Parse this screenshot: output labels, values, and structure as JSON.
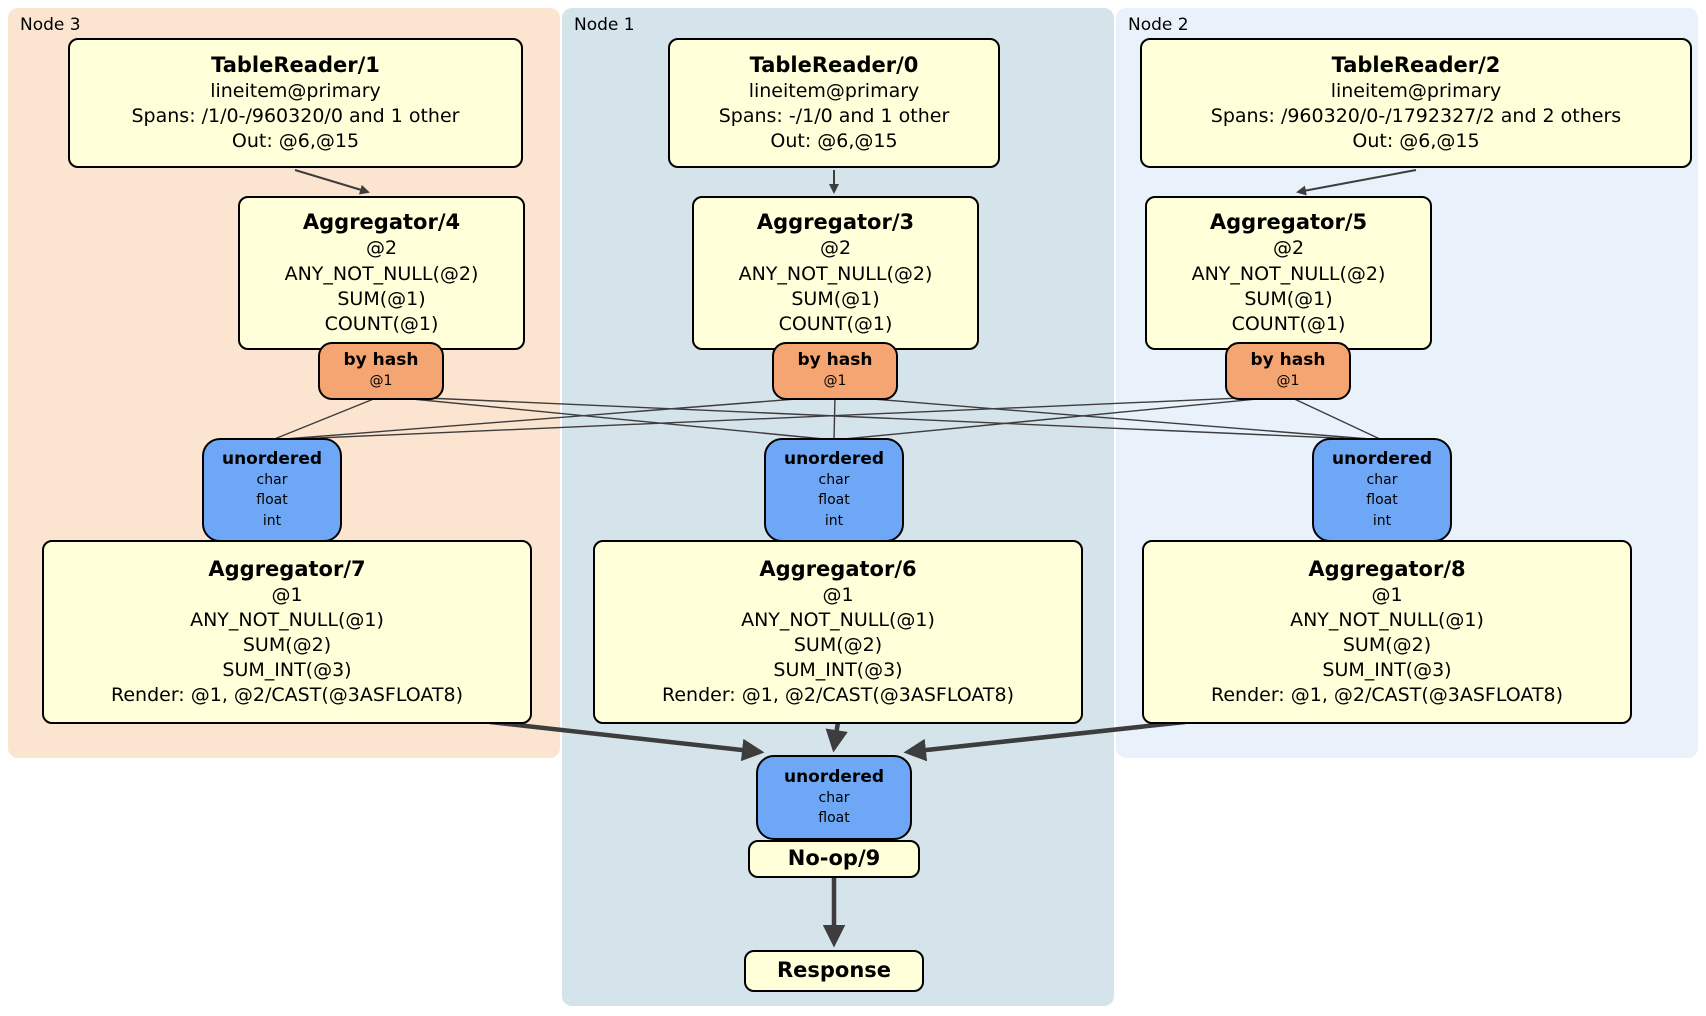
{
  "colors": {
    "node3_bg": "#fbe4d0",
    "node1_bg": "#d5e3ea",
    "node2_bg": "#e9f1fa",
    "box_bg": "#ffffd9",
    "hash_bg": "#f5a571",
    "stream_bg": "#6ea7f5",
    "box_border": "#000000",
    "edge": "#3d3d3d"
  },
  "nodes": [
    {
      "label": "Node 3",
      "tableReader": {
        "title": "TableReader/1",
        "index": "lineitem@primary",
        "spans": "Spans: /1/0-/960320/0 and 1 other",
        "out": "Out: @6,@15"
      },
      "aggTop": {
        "title": "Aggregator/4",
        "group": "@2",
        "expr1": "ANY_NOT_NULL(@2)",
        "expr2": "SUM(@1)",
        "expr3": "COUNT(@1)"
      },
      "hash": {
        "title": "by hash",
        "key": "@1"
      },
      "stream": {
        "title": "unordered",
        "col1": "char",
        "col2": "float",
        "col3": "int"
      },
      "aggBottom": {
        "title": "Aggregator/7",
        "group": "@1",
        "expr1": "ANY_NOT_NULL(@1)",
        "expr2": "SUM(@2)",
        "expr3": "SUM_INT(@3)",
        "render": "Render: @1, @2/CAST(@3ASFLOAT8)"
      }
    },
    {
      "label": "Node 1",
      "tableReader": {
        "title": "TableReader/0",
        "index": "lineitem@primary",
        "spans": "Spans: -/1/0 and 1 other",
        "out": "Out: @6,@15"
      },
      "aggTop": {
        "title": "Aggregator/3",
        "group": "@2",
        "expr1": "ANY_NOT_NULL(@2)",
        "expr2": "SUM(@1)",
        "expr3": "COUNT(@1)"
      },
      "hash": {
        "title": "by hash",
        "key": "@1"
      },
      "stream": {
        "title": "unordered",
        "col1": "char",
        "col2": "float",
        "col3": "int"
      },
      "aggBottom": {
        "title": "Aggregator/6",
        "group": "@1",
        "expr1": "ANY_NOT_NULL(@1)",
        "expr2": "SUM(@2)",
        "expr3": "SUM_INT(@3)",
        "render": "Render: @1, @2/CAST(@3ASFLOAT8)"
      }
    },
    {
      "label": "Node 2",
      "tableReader": {
        "title": "TableReader/2",
        "index": "lineitem@primary",
        "spans": "Spans: /960320/0-/1792327/2 and 2 others",
        "out": "Out: @6,@15"
      },
      "aggTop": {
        "title": "Aggregator/5",
        "group": "@2",
        "expr1": "ANY_NOT_NULL(@2)",
        "expr2": "SUM(@1)",
        "expr3": "COUNT(@1)"
      },
      "hash": {
        "title": "by hash",
        "key": "@1"
      },
      "stream": {
        "title": "unordered",
        "col1": "char",
        "col2": "float",
        "col3": "int"
      },
      "aggBottom": {
        "title": "Aggregator/8",
        "group": "@1",
        "expr1": "ANY_NOT_NULL(@1)",
        "expr2": "SUM(@2)",
        "expr3": "SUM_INT(@3)",
        "render": "Render: @1, @2/CAST(@3ASFLOAT8)"
      }
    }
  ],
  "final": {
    "stream": {
      "title": "unordered",
      "col1": "char",
      "col2": "float"
    },
    "noop_title": "No-op/9",
    "response_title": "Response"
  }
}
